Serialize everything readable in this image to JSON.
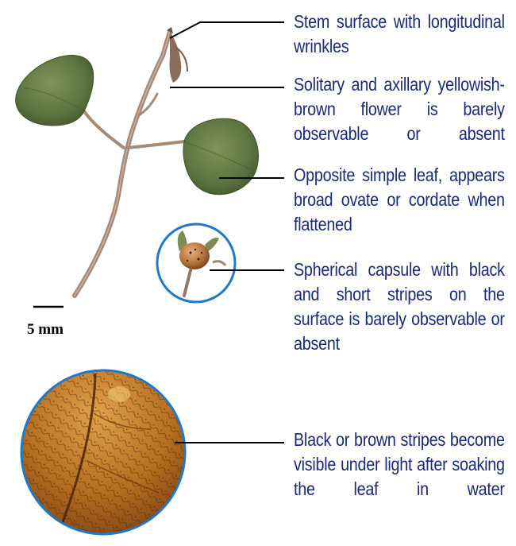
{
  "labels": {
    "stem": "Stem surface with longitudinal wrinkles",
    "flower": "Solitary and axillary yellowish-brown flower is barely observable or absent",
    "leaf": "Opposite simple leaf, appears broad ovate or cordate when flattened",
    "capsule": "Spherical capsule with black and short stripes on the surface is barely observable or absent",
    "stripes": "Black or brown stripes become visible under light after soaking the leaf in water"
  },
  "scale_bar": {
    "text": "5 mm"
  },
  "colors": {
    "label_text": "#1a2a7a",
    "leader_line": "#000000",
    "inset_border": "#1f78c8",
    "leaf_green": "#5f7a45",
    "stem_brown": "#9c7f6a",
    "micro_amber": "#b8711c"
  }
}
